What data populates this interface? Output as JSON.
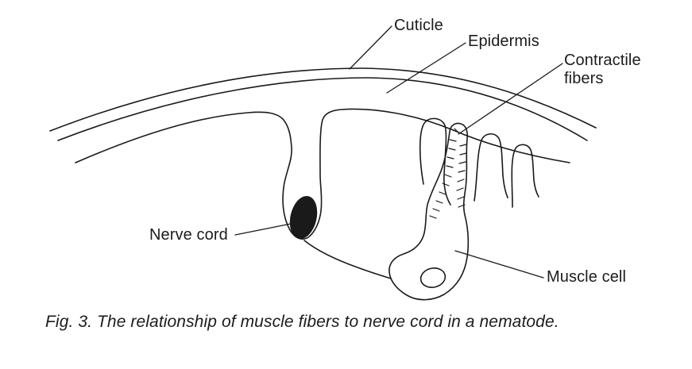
{
  "figure": {
    "background_color": "#ffffff",
    "ink_color": "#1a1a1a",
    "labels": {
      "cuticle": "Cuticle",
      "epidermis": "Epidermis",
      "contractile_fibers": "Contractile fibers",
      "nerve_cord": "Nerve cord",
      "muscle_cell": "Muscle cell"
    },
    "caption": "Fig. 3. The relationship of muscle fibers to nerve cord in a nematode."
  }
}
